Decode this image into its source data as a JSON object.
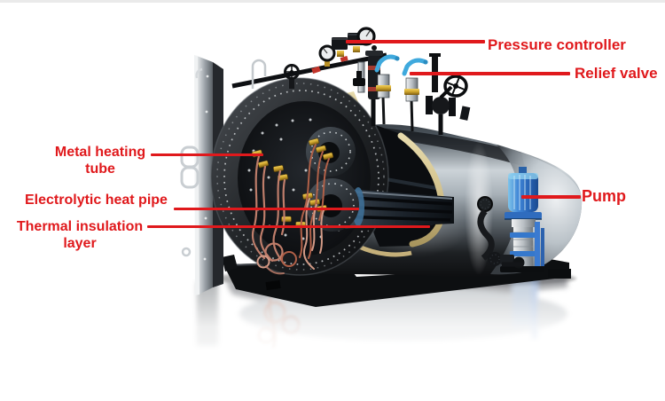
{
  "accent_color": "#e0191c",
  "background_color": "#ffffff",
  "illustration": {
    "subject": "Cutaway 3D rendering of a horizontal electric-heating steam boiler on a black skid base with a floor reflection",
    "colors": {
      "shell_steel_light": "#ccd3d8",
      "shell_steel_dark": "#15171a",
      "insulation_tan": "#d3c28d",
      "heating_coil_copper": "#c8836f",
      "terminal_brass": "#d1a72e",
      "pump_blue": "#3f85d6",
      "valve_handle_blue": "#3fa9dd",
      "base_black": "#0d0f11"
    }
  },
  "labels": {
    "pressure_controller": {
      "text": "Pressure controller"
    },
    "relief_valve": {
      "text": "Relief valve"
    },
    "metal_heating_tube": {
      "line1": "Metal heating",
      "line2": "tube"
    },
    "electrolytic_heat_pipe": {
      "text": "Electrolytic heat pipe"
    },
    "thermal_insulation_layer": {
      "line1": "Thermal insulation",
      "line2": "layer"
    },
    "pump": {
      "text": "Pump"
    }
  }
}
